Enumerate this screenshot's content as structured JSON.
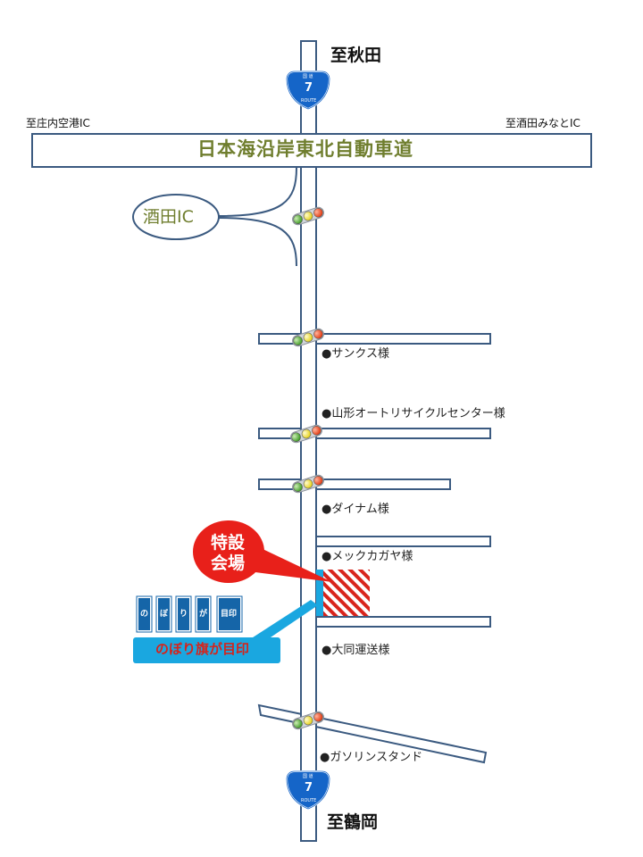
{
  "directions": {
    "north": "至秋田",
    "south": "至鶴岡",
    "west_ic": "至庄内空港IC",
    "east_ic": "至酒田みなとIC"
  },
  "expressway": {
    "name": "日本海沿岸東北自動車道"
  },
  "interchange": {
    "name": "酒田IC"
  },
  "route_shield": {
    "top_text": "国 道",
    "number": "7",
    "bottom_text": "ROUTE"
  },
  "landmarks": [
    "●サンクス様",
    "●山形オートリサイクルセンター様",
    "●ダイナム様",
    "●メックカガヤ様",
    "●大同運送様",
    "●ガソリンスタンド"
  ],
  "venue": {
    "line1": "特設",
    "line2": "会場"
  },
  "flags": {
    "items": [
      "の",
      "ぼ",
      "り",
      "が",
      "目印"
    ],
    "caption": "のぼり旗が目印"
  },
  "colors": {
    "road_outline": "#3b5a80",
    "venue_red": "#e8201a",
    "flag_blue": "#1565a8",
    "callout_cyan": "#1aa7e0",
    "expressway_text": "#6f7e2e"
  }
}
